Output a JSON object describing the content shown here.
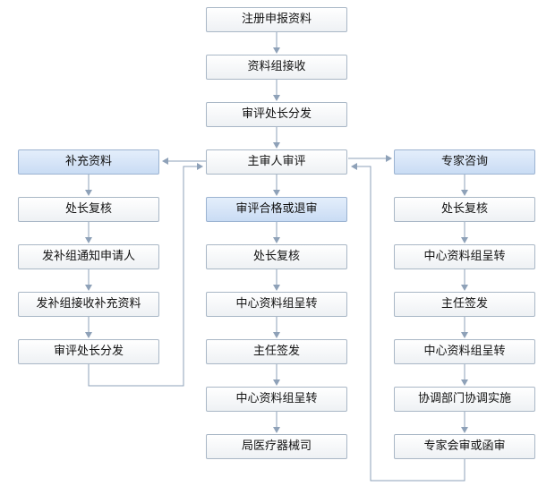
{
  "center": [
    "注册申报资料",
    "资料组接收",
    "审评处长分发",
    "主审人审评",
    "审评合格或退审",
    "处长复核",
    "中心资料组呈转",
    "主任签发",
    "中心资料组呈转",
    "局医疗器械司"
  ],
  "left": [
    "补充资料",
    "处长复核",
    "发补组通知申请人",
    "发补组接收补充资料",
    "审评处长分发"
  ],
  "right": [
    "专家咨询",
    "处长复核",
    "中心资料组呈转",
    "主任签发",
    "中心资料组呈转",
    "协调部门协调实施",
    "专家会审或函审"
  ],
  "colors": {
    "line": "#6f87a3",
    "arrow": "#8ea1b8",
    "highlight": "#c9dcf4"
  }
}
